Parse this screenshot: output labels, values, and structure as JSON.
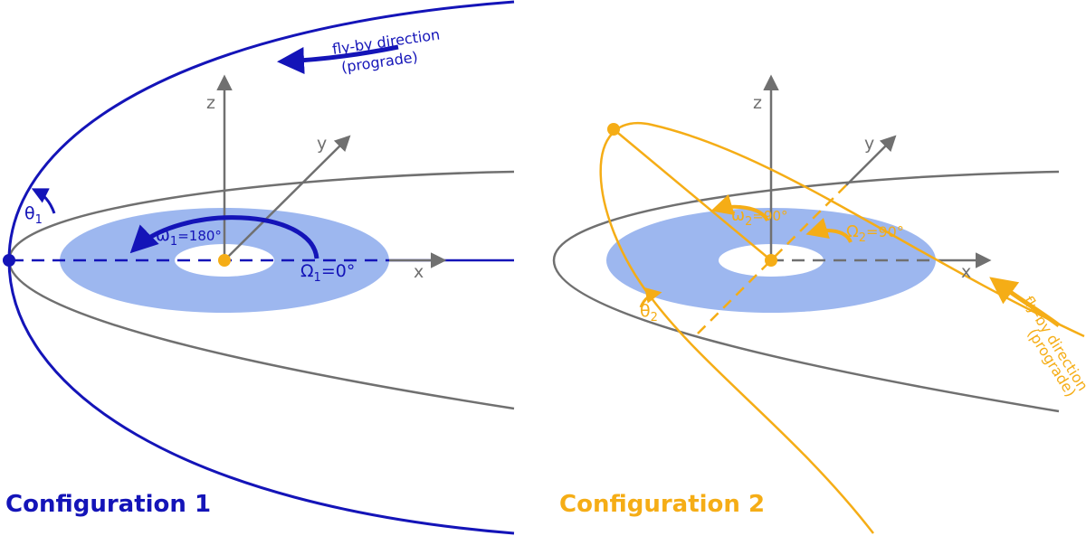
{
  "colors": {
    "config1": "#1414b8",
    "config2": "#f5ad16",
    "axis": "#707070",
    "disk": "#9db7ef",
    "disk_hole": "#ffffff",
    "background": "#ffffff"
  },
  "config1": {
    "title": "Configuration 1",
    "flyby_line1": "fly-by direction",
    "flyby_line2": "(prograde)",
    "omega_symbol": "ω",
    "omega_sub": "1",
    "omega_value": "=180°",
    "node_symbol": "Ω",
    "node_sub": "1",
    "node_value": "=0°",
    "theta_symbol": "θ",
    "theta_sub": "1",
    "axis_x": "x",
    "axis_y": "y",
    "axis_z": "z"
  },
  "config2": {
    "title": "Configuration 2",
    "flyby_line1": "fly-by direction",
    "flyby_line2": "(prograde)",
    "omega_symbol": "ω",
    "omega_sub": "2",
    "omega_value": "=90°",
    "node_symbol": "Ω",
    "node_sub": "2",
    "node_value": "=90°",
    "theta_symbol": "θ",
    "theta_sub": "2",
    "axis_x": "x",
    "axis_y": "y",
    "axis_z": "z"
  }
}
